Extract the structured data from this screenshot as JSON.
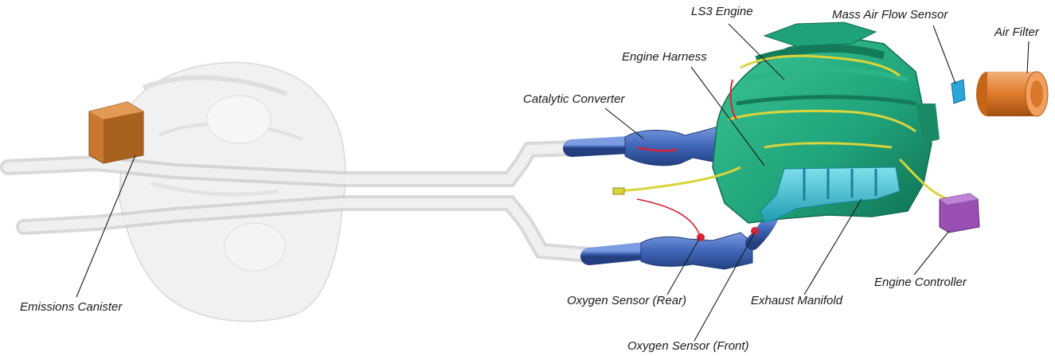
{
  "diagram": {
    "labels": {
      "ls3_engine": "LS3 Engine",
      "mass_air_flow_sensor": "Mass Air Flow Sensor",
      "air_filter": "Air Filter",
      "engine_harness": "Engine Harness",
      "catalytic_converter": "Catalytic Converter",
      "emissions_canister": "Emissions Canister",
      "oxygen_sensor_rear": "Oxygen Sensor (Rear)",
      "exhaust_manifold": "Exhaust Manifold",
      "engine_controller": "Engine Controller",
      "oxygen_sensor_front": "Oxygen Sensor (Front)"
    },
    "colors": {
      "engine": "#1fa27a",
      "engine_dark": "#137a5a",
      "manifold": "#36c3d6",
      "exhaust_pipe": "#3f67b8",
      "harness": "#d9d43a",
      "harness_red": "#d8233a",
      "air_filter": "#e07a2a",
      "controller": "#9a4fb4",
      "canister": "#c8782e",
      "sensor": "#2aa6d8",
      "ghost_body": "#dcdcdc"
    }
  }
}
